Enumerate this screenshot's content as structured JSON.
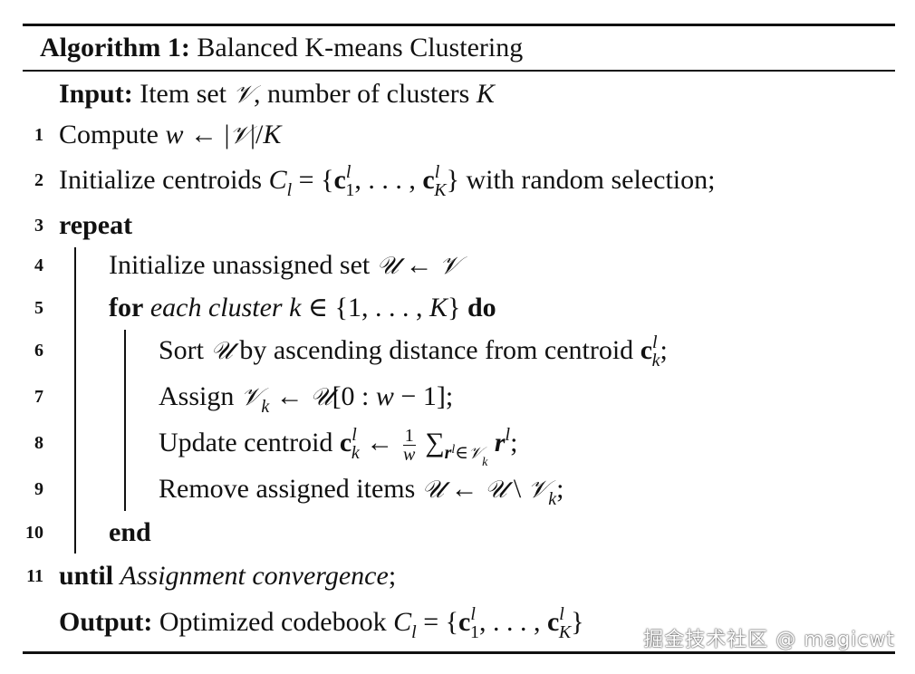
{
  "algorithm": {
    "label": "Algorithm 1:",
    "title": "Balanced K-means Clustering"
  },
  "input": {
    "keyword": "Input:",
    "text": "Item set 𝒱, number of clusters K"
  },
  "lines": [
    {
      "num": "1",
      "text": "Compute w ← |𝒱|/K"
    },
    {
      "num": "2",
      "text": "Initialize centroids C_l = {c_1^l, . . . , c_K^l} with random selection;"
    },
    {
      "num": "3",
      "text": "repeat"
    },
    {
      "num": "4",
      "text": "Initialize unassigned set 𝒰 ← 𝒱"
    },
    {
      "num": "5",
      "text": "for each cluster k ∈ {1, . . . , K} do"
    },
    {
      "num": "6",
      "text": "Sort 𝒰 by ascending distance from centroid c_k^l;"
    },
    {
      "num": "7",
      "text": "Assign 𝒱_k ← 𝒰[0 : w − 1];"
    },
    {
      "num": "8",
      "text": "Update centroid c_k^l ← 1/w ∑_{r^l ∈ 𝒱_k} r^l;"
    },
    {
      "num": "9",
      "text": "Remove assigned items 𝒰 ← 𝒰 \\ 𝒱_k;"
    },
    {
      "num": "10",
      "text": "end"
    },
    {
      "num": "11",
      "text": "until Assignment convergence;"
    }
  ],
  "output": {
    "keyword": "Output:",
    "text": "Optimized codebook C_l = {c_1^l, . . . , c_K^l}"
  },
  "watermark": "掘金技术社区 @ magicwt"
}
